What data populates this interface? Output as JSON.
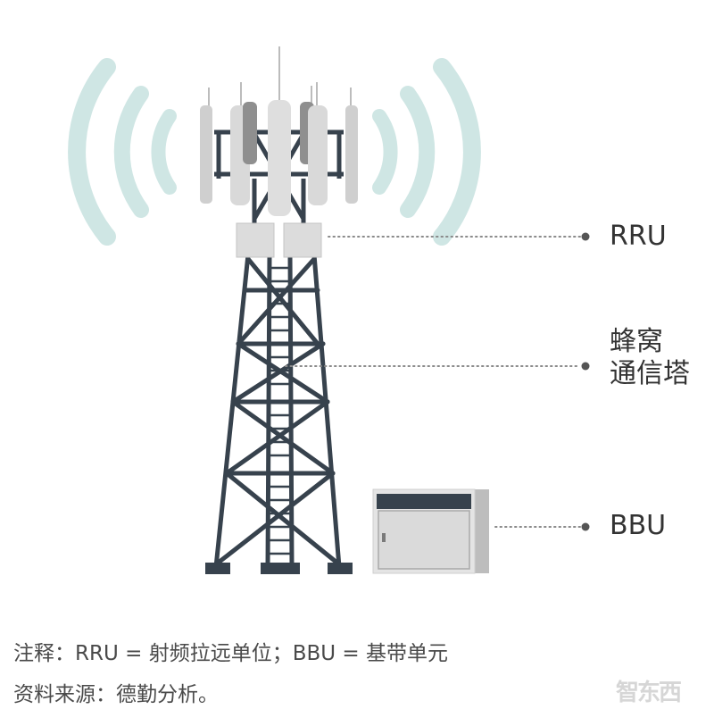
{
  "labels": {
    "rru": "RRU",
    "tower_line1": "蜂窝",
    "tower_line2": "通信塔",
    "bbu": "BBU"
  },
  "notes": {
    "line1": "注释：RRU = 射频拉远单位；BBU = 基带单元",
    "line2": "资料来源：德勤分析。"
  },
  "watermark": "智东西",
  "colors": {
    "tower": "#37424d",
    "signal": "#cfe6e4",
    "antenna": "#d8d8d8",
    "box": "#dcdcdc",
    "leader": "#777777"
  }
}
